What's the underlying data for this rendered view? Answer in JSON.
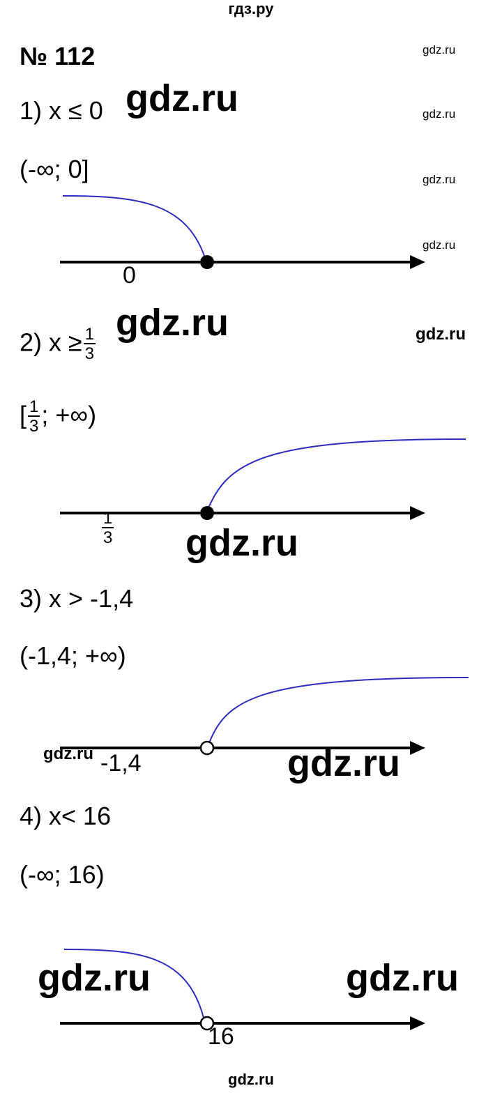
{
  "watermark": {
    "top": "гдз.ру",
    "bottom": "gdz.ru",
    "text": "gdz.ru"
  },
  "task": {
    "number": "№ 112"
  },
  "items": [
    {
      "index": "1)",
      "condition": "x ≤ 0",
      "interval": "(-∞; 0]",
      "point_label": "0",
      "point_type": "closed",
      "direction": "left"
    },
    {
      "index": "2)",
      "condition_prefix": "x ≥",
      "condition_num": "1",
      "condition_den": "3",
      "interval_open": "[",
      "interval_num": "1",
      "interval_den": "3",
      "interval_close": "; +∞)",
      "point_num": "1",
      "point_den": "3",
      "point_type": "closed",
      "direction": "right"
    },
    {
      "index": "3)",
      "condition": "x > -1,4",
      "interval": "(-1,4; +∞)",
      "point_label": "-1,4",
      "point_type": "open",
      "direction": "right"
    },
    {
      "index": "4)",
      "condition": "x< 16",
      "interval": "(-∞; 16)",
      "point_label": "16",
      "point_type": "open",
      "direction": "left"
    }
  ],
  "colors": {
    "axis": "#000000",
    "curve": "#2b2bbf",
    "text": "#000000"
  }
}
